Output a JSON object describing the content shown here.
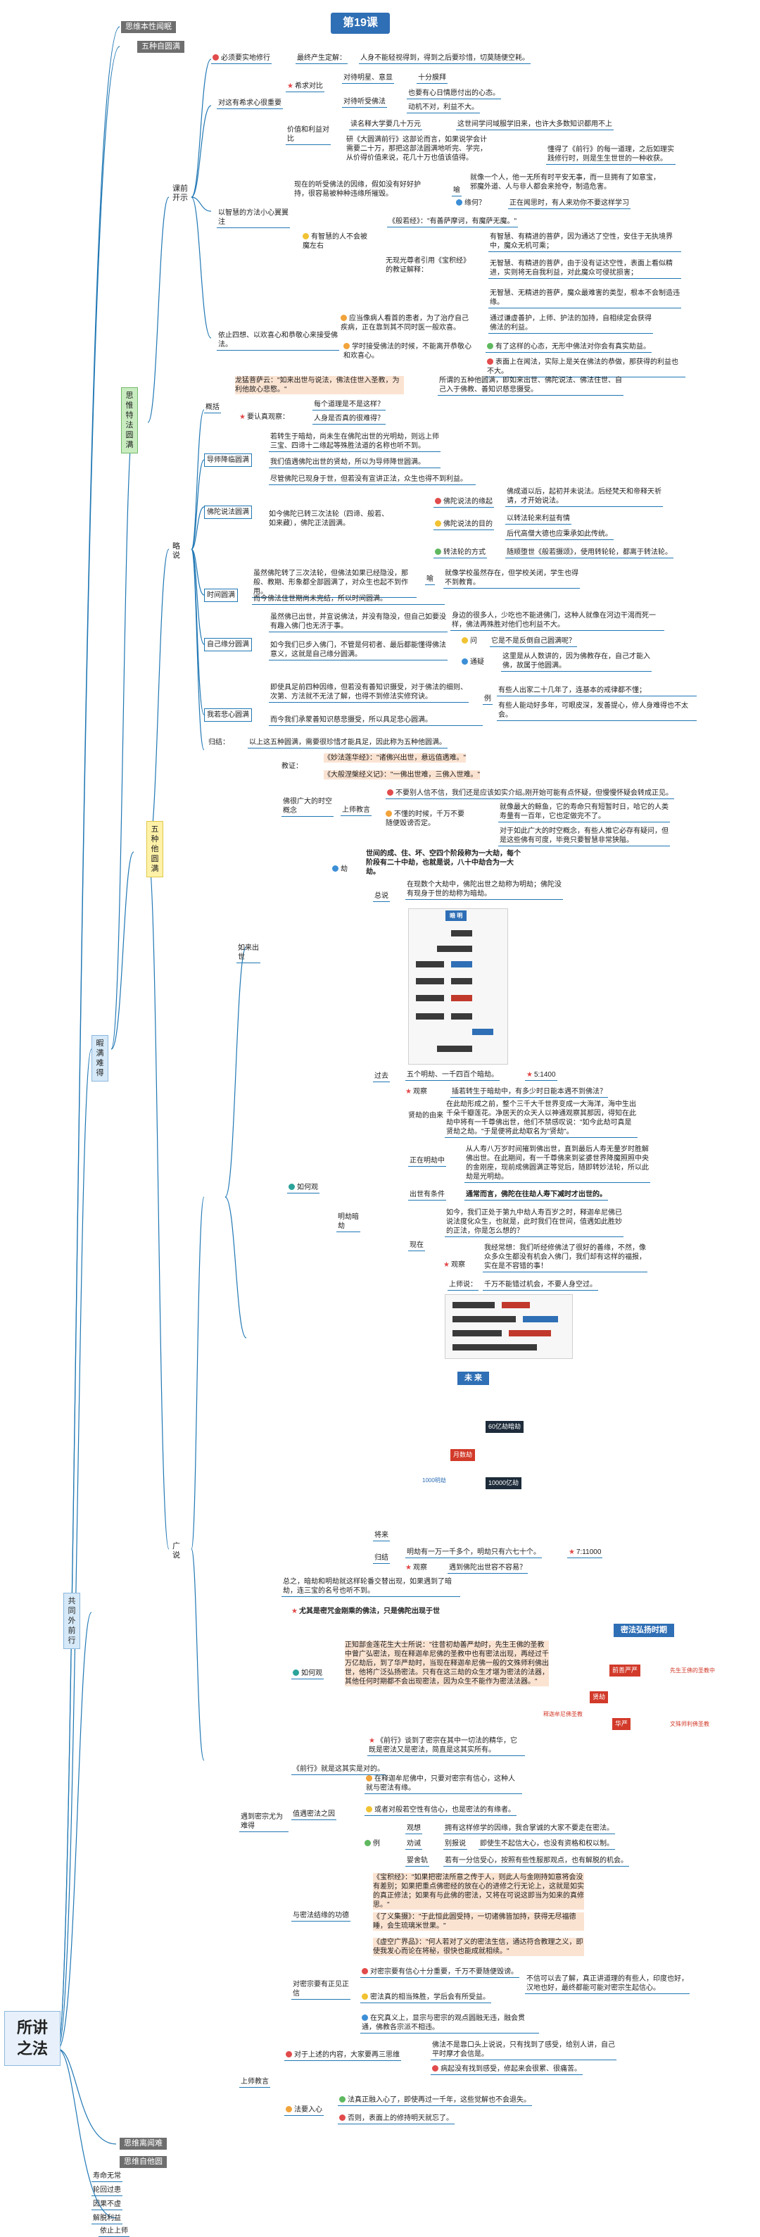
{
  "lesson_badge": "第19课",
  "root": "所讲之法",
  "sidebar_top": [
    "思维本性闻眠",
    "五种自圆满"
  ],
  "sidebar_bottom": [
    "思维离闻难",
    "思维自他圆",
    "寿命无常",
    "轮回过患",
    "因果不虚",
    "解脱利益",
    "依止上师"
  ],
  "level1": {
    "mid": "暇满难得",
    "lower": "共同外前行"
  },
  "level2": {
    "a": "思惟特法圆满",
    "b": "五种他圆满"
  },
  "level3": {
    "kaiti": "课前开示",
    "guangshuo": "广说",
    "lueshuo": "略说"
  },
  "s1": {
    "b1": "必须要实地修行",
    "b1a": "最终产生定解：",
    "b1b": "人身不能轻视得到，得到之后要珍惜，切莫随便空耗。",
    "b2": "对这有希求心很重要",
    "b2a": "希求对比",
    "b2a1": "对待明星、意显",
    "b2a1x": "十分膜拜",
    "b2a2": "对待听受佛法",
    "b2a2x": "也要有心日情愿付出的心态。",
    "b2a2y": "动机不对，利益不大。",
    "b2b": "价值和利益对比",
    "b2b1": "读名释大学要几十万元",
    "b2b1x": "这世间学问域服学旧来，也许大多数知识都用不上",
    "b2b2": "研《大圆满前行》这部论而言，如果说学会计需要二十万，那把这部法圆满地听完、学完，从价得价值来说，花几十万也值该值得。",
    "b2b2x": "懂得了《前行》的每一道理，之后如理实践修行时，则是生生世世的一种收获。",
    "b3": "以智慧的方法小心翼翼注",
    "b3a": "现在的听受佛法的因缘，假如没有好好护持，很容易被种种违缘所摧毁。",
    "b3a1": "喻",
    "b3a2": "就像一个人，他一无所有时平安无事，而一旦拥有了如意宝，邪魔外道、人与非人都会来抢夺，制造危害。",
    "b3a3": "缘何？",
    "b3a4": "正在闻思时，有人来劝你不要这样学习",
    "b3b": "有智慧的人不会被魔左右",
    "b3b1": "《般若经》：\"有善萨摩诃，有魔萨无魔。\"",
    "b3b2": "无现光尊者引用《宝积经》的教证解释：",
    "b3b2a": "有智慧、有精进的菩萨，因为通达了空性，安住于无执境界中，魔众无机可乘；",
    "b3b2b": "无智慧、有精进的菩萨，由于没有证达空性，表面上看似精进，实则将无自我利益，对此魔众可侵扰损害；",
    "b3b2c": "无智慧、无精进的菩萨，魔众最难害的类型，根本不会制造违缘。",
    "b4": "依止四想、以欢喜心和恭敬心来接受佛法。",
    "b4a": "应当像病人看首的患者，为了治疗自己疾病，正在靠到其不同时医一般欢喜。",
    "b4a1": "通过谦虚善护，上师、护法的加持，自相续定会获得佛法的利益。",
    "b4b": "学时接受佛法的时候，不能离开恭敬心和欢喜心。",
    "b4b1": "有了这样的心态，无形中佛法对你会有真实助益。",
    "b4b2": "表面上在闻法，实际上是关在佛法的恭做，那获得的利益也不大。"
  },
  "s2": {
    "gaikuo": "概括",
    "gk1": "龙猛菩萨云：\"如来出世与说法，佛法住世入圣教，为利他故心悲愍。\"",
    "gk1x": "所谓的五种他圆满，即如来出世、佛陀说法、佛法住世、自己入于佛教、善知识慈悲摄受。",
    "gk2": "要认真观察：",
    "gk2a": "每个道理是不是这样？",
    "gk2b": "人身是否真的很难得？",
    "daoshi": "导师降临圆满",
    "daoshi1": "若转生于暗劫，尚未生在佛陀出世的光明劫，则远上师三宝、四谛十二缘起等殊胜法道的名称也听不到。",
    "shuofa": "佛陀说法圆满",
    "shuofa0": "我们值遇佛陀出世的贤劫，所以为导师降世圆满。",
    "shuofa1": "尽管佛陀已现身于世，但若没有宣讲正法，众生也得不到利益。",
    "shuofa2": "如今佛陀已转三次法轮（四谛、般若、如来藏），佛陀正法圆满。",
    "shuofa2a": "佛陀说法的缘起",
    "shuofa2a1": "佛成道以后，起初并未说法。后经梵天和帝释天祈请，才开始说法。",
    "shuofa2b": "佛陀说法的目的",
    "shuofa2b1": "以转法轮来利益有情",
    "shuofa2b2": "后代高僧大德也应秉承如此传统。",
    "shuofa2c": "转法轮的方式",
    "shuofa2c1": "随顺堕世《般若摄颂》，使用转轮轮，都离于转法轮。",
    "shijian": "时间圆满",
    "shijian1": "虽然佛陀转了三次法轮，但佛法如果已经隐没，那般、教期、形象都全部圆满了，对众生也起不到作用。",
    "shijian1a": "喻",
    "shijian1b": "就像学校虽然存在，但学校关闭，学生也得不到教育。",
    "shijian2": "而今佛法住世期尚未完结，所以时间圆满。",
    "zizhuan": "自己缘分圆满",
    "zizhuan1": "虽然佛已出世，并宣说佛法，并没有隐没，但自己如要没有趣入佛门也无济于事。",
    "zizhuan1a": "身边的很多人，少吃也不能进佛门，这种人就像在河边干渴而死一样，佛法再殊胜对他们也利益不大。",
    "zizhuan2": "如今我们已步入佛门，不管是何初者、最后都能懂得佛法意义，这就是自己缘分圆满。",
    "zizhuan2a": "问",
    "zizhuan2b": "它是不是反倒自己圆满呢？",
    "zizhuan2c": "通疑",
    "zizhuan2d": "这里是从人数讲的，因为佛教存在，自己才能入佛，故属于他圆满。",
    "zishen": "我若悲心圆满",
    "zishen1": "即使具足前四种因缘，但若没有善知识摄受，对于佛法的细则、次第、方法就不无法了解，也得不到修法实修窍诀。",
    "zishen1a": "例",
    "zishen1b": "有些人出家二十几年了，连基本的戒律都不懂；",
    "zishen1c": "有些人能动好多年，可眼皮深，发善提心，修人身难得也不太会。",
    "zishen2": "而今我们承蒙善知识慈悲摄受，所以具足悲心圆满。",
    "guijie": "归结：",
    "guijie1": "以上这五种圆满，需要很珍惜才能具足，因此称为五种他圆满。"
  },
  "s3": {
    "rulai": "如来出世",
    "jiaozheng": "教证：",
    "jz1": "《妙法莲华经》：\"诸佛兴出世，悬远值遇难。\"",
    "jz2": "《大般涅槃经义记》：\"一佛出世难，三佛入世难。\"",
    "jz3": "佛很广大的时空概念",
    "jz3a": "上师教言",
    "jz3a1": "不要别人信不信，我们还是应该如实介绍。",
    "jz3a1x": "刚开始可能有点怀疑，但慢慢怀疑会转成正见。",
    "jz3a2": "不懂的时候，千万不要随便毁谤否定。",
    "jz3a2a": "就像最大的鲸鱼，它的寿命只有短暂时日，哈它的人类寿量有一百年，它也定做完不了。",
    "jz3a2b": "对于如此广大的时空概念，有些人推它必存有疑问，但是这些佛有可度，毕竟只要智慧非常狭隘。",
    "kalpa": "劫",
    "kalpa_title": "世间的成、住、坏、空四个阶段称为一大劫，每个阶段有二十中劫，也就是说，八十中劫合为一大劫。",
    "zongshuo": "总说",
    "zongshuo1": "在现数个大劫中，佛陀出世之劫称为明劫；佛陀没有现身于世的劫称为暗劫。",
    "ruhe": "如何观",
    "guoqu": "过去",
    "guoqu1": "五个明劫、一千四百个暗劫。",
    "guoqu1x": "5:1400",
    "guancha": "观察",
    "guancha1": "插若转生于暗劫中，有多少时日能本遇不到佛法？",
    "xianjie": "贤劫的由来",
    "xianjie1": "在此劫形成之前，整个三千大千世界变成一大海洋，海中生出千朵千瓣莲花。净居天的众天人以神通观察其那因，得知在此劫中将有一千尊佛出世，他们不禁感叹说：\"如今此劫可真是贤劫之劫。\"于是便将此劫取名为\"贤劫\"。",
    "zhengzai": "正在明劫中",
    "zhengzai1": "从人寿八万岁时间摧到佛出世，直到最后人寿无量岁时胜解佛出世。在此期间，有一千尊佛来到娑婆世界降魔照照中央的金刚座，现前成佛圆满正等觉后，随即转妙法轮，所以此劫是光明劫。",
    "chushi": "出世有条件",
    "chushi1": "通常而言，佛陀在往劫人寿下减时才出世的。",
    "xianzai": "现在",
    "xianzai1": "如今，我们正处于第九中劫人寿百岁之时，释迦牟尼佛已说法度化众生，也就是，此时我们在世间，值遇如此胜妙的正法，你是怎么想的？",
    "guancha2": "观察",
    "guancha2a": "我经常想：我们听经修佛法了很好的善缘，不然，像众多众生都没有机会入佛门，我们却有这样的福报，实在是不容错的事！",
    "shangshi": "上师说：",
    "shangshi1": "千万不能错过机会，不要人身空过。",
    "mingjie": "明劫暗劫",
    "jianglai": "将来",
    "guijie3": "归结",
    "guijie3a": "明劫有一万一千多个，明劫只有六七十个。",
    "guijie3ax": "7:11000",
    "guancha3": "观察",
    "guancha3a": "遇到佛陀出世容不容易？",
    "zongzhi": "总之，暗劫和明劫就这样轮番交替出现，如果遇到了暗劫，连三宝的名号也听不到。",
    "chart_title": "暗 明",
    "chart2_title": "未 来",
    "chart2_a": "60亿劫暗劫",
    "chart2_b": "月数劫",
    "chart2_c": "10000亿劫",
    "chart2_d": "1000明劫"
  },
  "s4": {
    "yudao": "遇到密宗尤为难得",
    "yudao_title": "尤其是密咒金刚乘的佛法，只是佛陀出现于世",
    "ruhe": "如何观",
    "ruhe_box": "正知部金莲花生大士所说：\"往昔初劫善严劫时，先生王佛的圣教中曾广弘密法，现在释迦牟尼佛的圣教中也有密法出现，再经过千万亿劫后，到了华严劫时，当现在释迦牟尼佛一般的文殊师利佛出世，他将广泛弘扬密法。只有在这三劫的众生才堪为密法的法器，其他任何时期都不会出现密法，因为众生不能作为密法法器。\"",
    "ruhe_box2": "《前行》谈到了密宗在其中一切法的精华，它既是密法又是密法，简直是这其实所有。",
    "qianxing": "《前行》就是这其实是对的。",
    "qianxing1": "在释迦牟尼佛中，只要对密宗有信心，这种人就与密法有缘。",
    "yudao_mi": "值遇密法之因",
    "yudao_mi1": "或者对般若空性有信心，也是密法的有缘者。",
    "liyu": "例",
    "liyu1": "观想",
    "liyu1a": "拥有这样修学的因缘，我合掌诚的大家不要走在密法。",
    "liyu2": "劝诫",
    "liyu2a": "别报说",
    "liyu2ax": "即使生不起信大心，也没有资格和权以制。",
    "liyu3": "婴舍轨",
    "liyu3a": "若有一分信受心，按照有些性服那观点，也有解脱的机会。",
    "yu": "与密法结缘的功德",
    "yu1": "《宝积经》：\"如果把密法所意之传于人，则此人与金刚持如意将会没有差别；如果把重点佛密经的放在心的进修之行无论上，这就是如实的真正修法；如果有与此佛的密法，又将在可说这即当为如来的真修思。\"",
    "yu2": "《了义集摄》：\"于此恒此圆受持，一切诸佛皆加持，获得无尽福德睡，会生琉璃米世果。\"",
    "yu3": "《虚空广界品》：\"何人若对了义的密法生信，通达符合教理之义，即使我发心而论在将秘，很快也能成就相续。\"",
    "dui": "对密宗要有正见正信",
    "dui1": "对密宗要有信心十分重要，千万不要随便毁谤。",
    "dui1a": "不信可以去了解，真正讲道理的有些人，印度也好，汉地也好，最终都能可能对密宗生起信心。",
    "dui2": "密法真的相当殊胜，学后会有所受益。",
    "dui3": "在究真义上，显宗与密宗的观点圆融无违，融会贯通，佛教各宗派不相违。",
    "sj": "上师教言",
    "sj1": "对于上述的内容，大家要再三思维",
    "sj1a": "佛法不是靠口头上说说，只有找到了感受，给别人讲，自己平时摩才会信是。",
    "sj1b": "病起没有找到感受，修起来会很累、很痛苦。",
    "sj2": "法要入心",
    "sj2a": "法真正融入心了，即使再过一千年，这些觉解也不会退失。",
    "sj2b": "否则，表面上的修持明天就忘了。",
    "chart3_title": "密法弘扬时期",
    "chart3_a": "前善严严",
    "chart3_b": "贤劫",
    "chart3_c": "华严",
    "chart3_d": "先生王佛的圣教中",
    "chart3_e": "释迦牟尼佛圣教",
    "chart3_f": "文殊师利佛圣教"
  },
  "colors": {
    "accent": "#1f77b4",
    "root_bg": "#e8f1fb",
    "green": "#c8ecc0",
    "yellow": "#fff2a8",
    "badge": "#2f6fb5",
    "grey": "#6e6e6e",
    "highlight_red": "#d62828"
  }
}
